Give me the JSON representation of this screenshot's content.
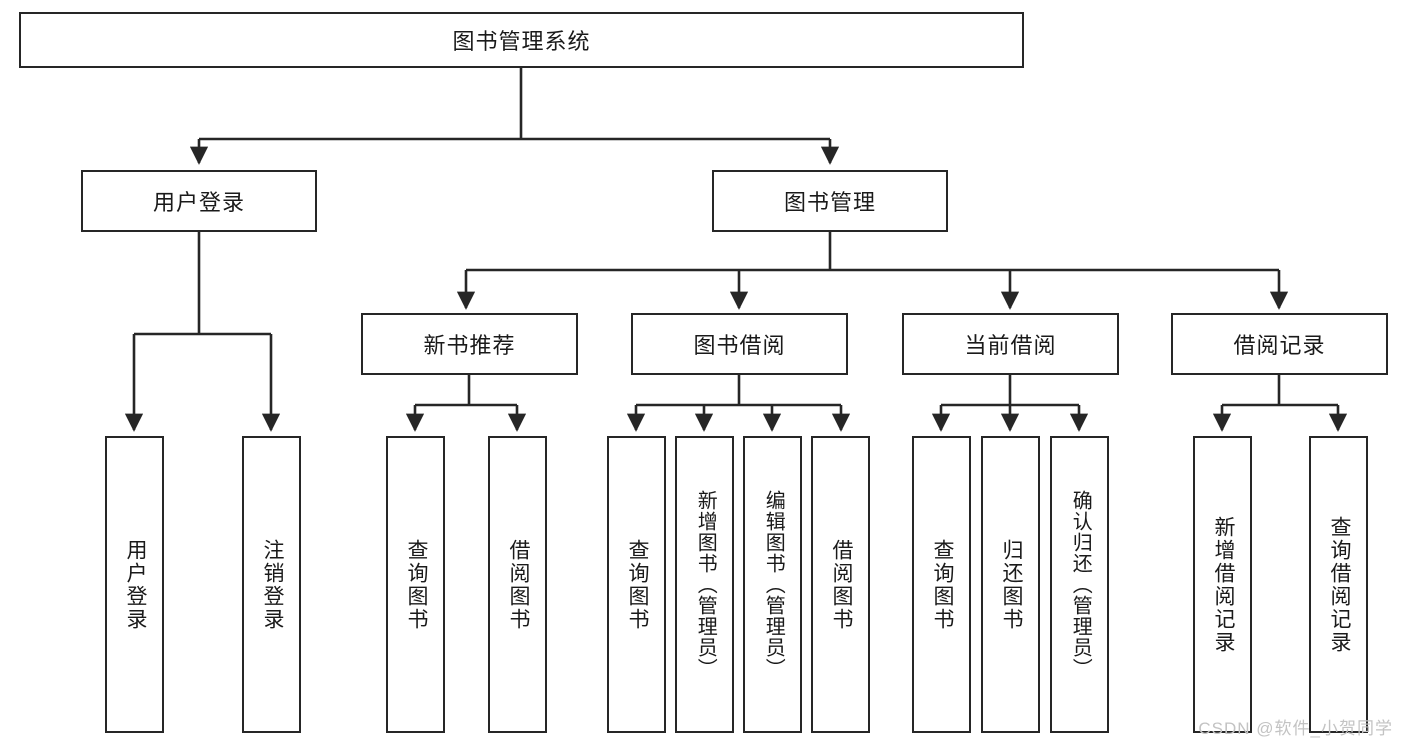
{
  "diagram": {
    "type": "tree-hierarchy",
    "title": "图书管理系统",
    "watermark": "CSDN @软件_小贺同学",
    "colors": {
      "box_border": "#262626",
      "box_fill": "#ffffff",
      "connector": "#262626",
      "text": "#1a1a1a",
      "watermark": "#c3c3c3",
      "background": "#ffffff"
    },
    "root": {
      "label": "图书管理系统"
    },
    "level2": [
      {
        "label": "用户登录"
      },
      {
        "label": "图书管理"
      }
    ],
    "level3": [
      {
        "label": "新书推荐"
      },
      {
        "label": "图书借阅"
      },
      {
        "label": "当前借阅"
      },
      {
        "label": "借阅记录"
      }
    ],
    "leaves": {
      "user_login": [
        {
          "label": "用户登录"
        },
        {
          "label": "注销登录"
        }
      ],
      "new_book": [
        {
          "label": "查询图书"
        },
        {
          "label": "借阅图书"
        }
      ],
      "book_borrow": [
        {
          "label": "查询图书"
        },
        {
          "label": "新增图书（管理员）"
        },
        {
          "label": "编辑图书（管理员）"
        },
        {
          "label": "借阅图书"
        }
      ],
      "current_borrow": [
        {
          "label": "查询图书"
        },
        {
          "label": "归还图书"
        },
        {
          "label": "确认归还（管理员）"
        }
      ],
      "borrow_record": [
        {
          "label": "新增借阅记录"
        },
        {
          "label": "查询借阅记录"
        }
      ]
    }
  }
}
